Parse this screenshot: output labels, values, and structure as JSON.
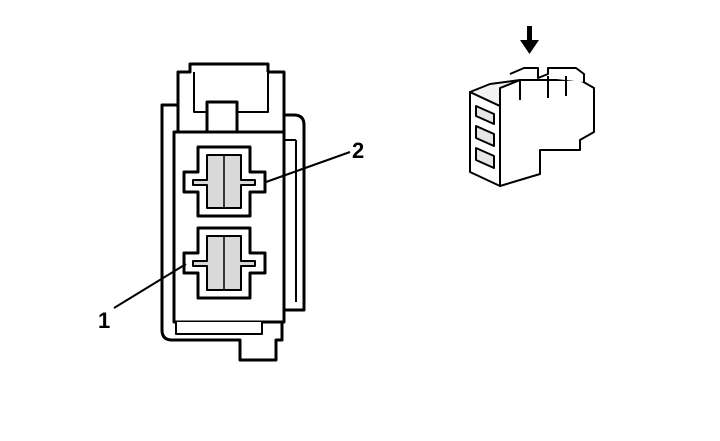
{
  "diagram": {
    "callouts": [
      {
        "id": "terminal-1",
        "label": "1"
      },
      {
        "id": "terminal-2",
        "label": "2"
      }
    ],
    "icons": {
      "direction_arrow": "down-arrow-icon"
    },
    "colors": {
      "outline": "#000000",
      "body_fill": "#ffffff",
      "shade": "#d9d9d9"
    }
  }
}
